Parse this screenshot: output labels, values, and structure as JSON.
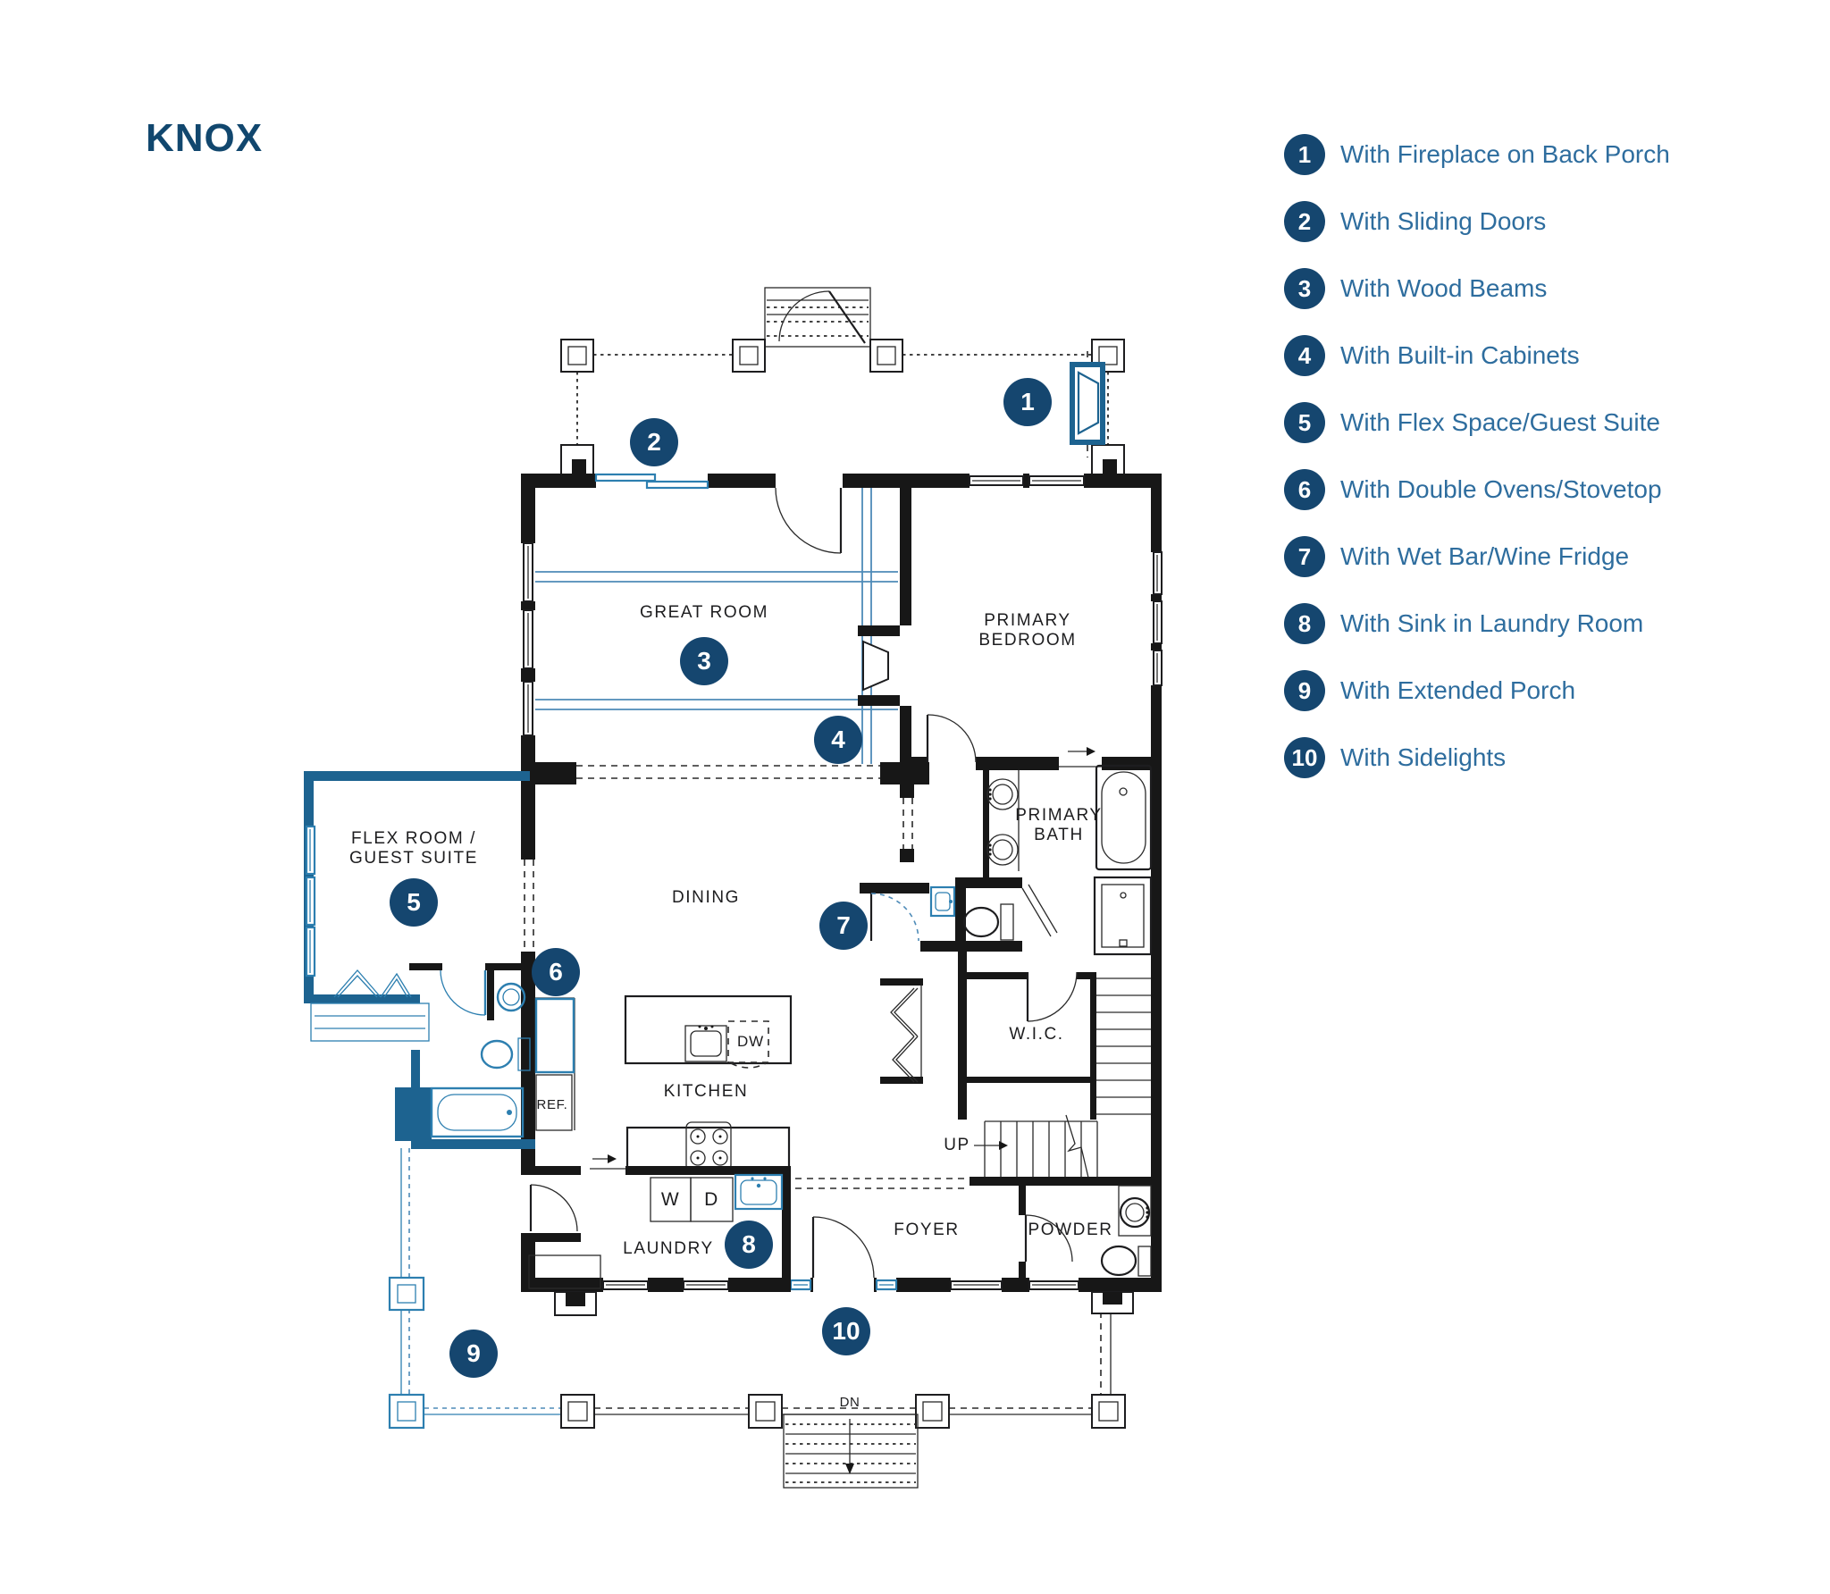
{
  "title": "KNOX",
  "legend": {
    "items": [
      {
        "num": "1",
        "label": "With Fireplace on Back Porch"
      },
      {
        "num": "2",
        "label": "With Sliding Doors"
      },
      {
        "num": "3",
        "label": "With Wood Beams"
      },
      {
        "num": "4",
        "label": "With Built-in Cabinets"
      },
      {
        "num": "5",
        "label": "With Flex Space/Guest Suite"
      },
      {
        "num": "6",
        "label": "With Double Ovens/Stovetop"
      },
      {
        "num": "7",
        "label": "With Wet Bar/Wine Fridge"
      },
      {
        "num": "8",
        "label": "With Sink in Laundry Room"
      },
      {
        "num": "9",
        "label": "With Extended Porch"
      },
      {
        "num": "10",
        "label": "With Sidelights"
      }
    ]
  },
  "plan": {
    "rooms": {
      "great_room": "GREAT ROOM",
      "primary_bedroom": [
        "PRIMARY",
        "BEDROOM"
      ],
      "primary_bath": [
        "PRIMARY",
        "BATH"
      ],
      "flex_room": [
        "FLEX ROOM /",
        "GUEST SUITE"
      ],
      "dining": "DINING",
      "kitchen": "KITCHEN",
      "wic": "W.I.C.",
      "laundry": "LAUNDRY",
      "foyer": "FOYER",
      "powder": "POWDER"
    },
    "appliances": {
      "ref": "REF.",
      "dw": "DW",
      "washer": "W",
      "dryer": "D"
    },
    "stairs": {
      "up": "UP",
      "down": "DN"
    }
  },
  "colors": {
    "navy_badge": "#15466F",
    "legend_text": "#2E6D9E",
    "wall_black": "#171717",
    "plan_blue": "#1D6390",
    "fixture_blue": "#2D7FB0",
    "beam_blue": "#4E8BB8"
  }
}
